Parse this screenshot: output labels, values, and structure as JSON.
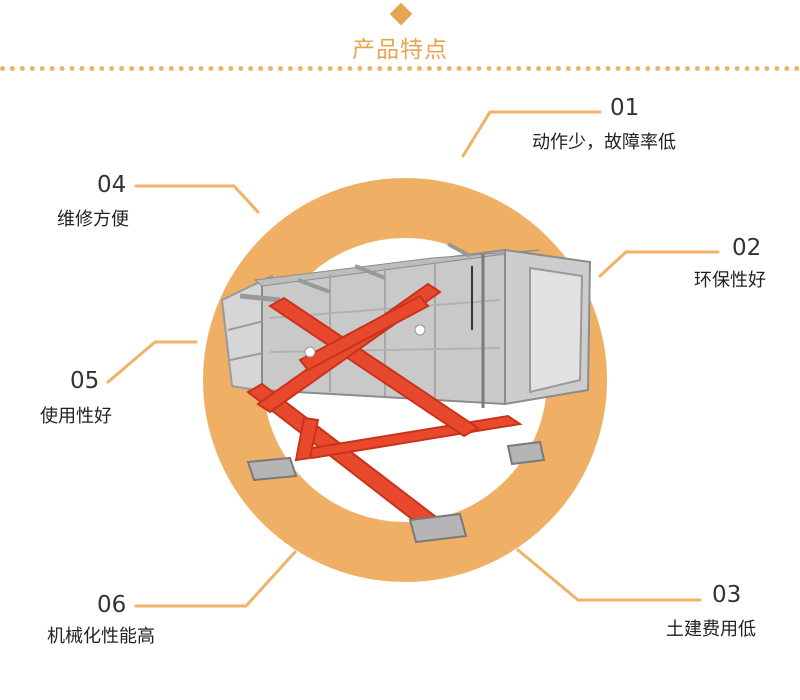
{
  "section_title": "产品特点",
  "colors": {
    "accent": "#e6a552",
    "ring": "#efb066",
    "leader_line": "#f0b266",
    "lift_frame": "#e8492d",
    "container": "#c9c9c9"
  },
  "features": [
    {
      "number": "01",
      "label": "动作少，故障率低"
    },
    {
      "number": "02",
      "label": "环保性好"
    },
    {
      "number": "03",
      "label": "土建费用低"
    },
    {
      "number": "04",
      "label": "维修方便"
    },
    {
      "number": "05",
      "label": "使用性好"
    },
    {
      "number": "06",
      "label": "机械化性能高"
    }
  ]
}
